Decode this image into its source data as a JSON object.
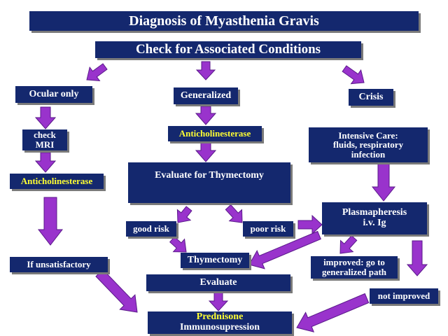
{
  "title": "Diagnosis of Myasthenia Gravis",
  "check": "Check for Associated Conditions",
  "ocular": "Ocular only",
  "generalized": "Generalized",
  "crisis": "Crisis",
  "check_mri": [
    "check",
    "MRI"
  ],
  "anticholinesterase_left": "Anticholinesterase",
  "anticholinesterase_mid": "Anticholinesterase",
  "evaluate_thymectomy": "Evaluate for Thymectomy",
  "intensive_care": [
    "Intensive Care:",
    "fluids, respiratory",
    "infection"
  ],
  "good_risk": "good risk",
  "poor_risk": "poor risk",
  "plasmapheresis": [
    "Plasmapheresis",
    "i.v. Ig"
  ],
  "if_unsatisfactory": "If unsatisfactory",
  "thymectomy": "Thymectomy",
  "improved": [
    "improved: go to",
    "generalized path"
  ],
  "evaluate": "Evaluate",
  "not_improved": "not improved",
  "prednisone": "Prednisone",
  "immunosupression": "Immunosupression",
  "colors": {
    "box": "#14286e",
    "text": "#ffffff",
    "highlight": "#ffff33",
    "arrow": "#9933cc",
    "arrow_edge": "#5a1a8a"
  }
}
